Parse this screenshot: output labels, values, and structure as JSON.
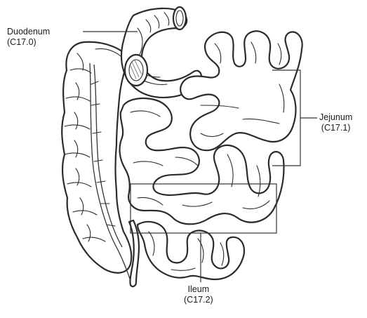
{
  "labels": {
    "duodenum": {
      "name": "Duodenum",
      "code": "(C17.0)"
    },
    "jejunum": {
      "name": "Jejunum",
      "code": "(C17.1)"
    },
    "ileum": {
      "name": "Ileum",
      "code": "(C17.2)"
    }
  }
}
